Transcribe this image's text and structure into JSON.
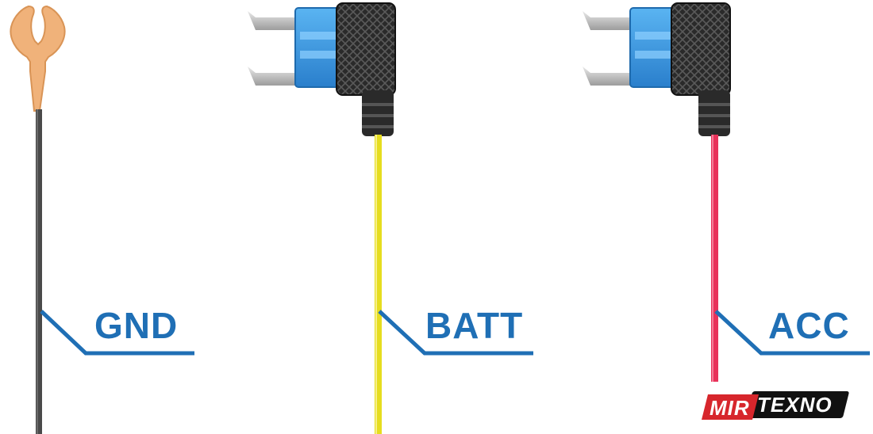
{
  "labels": {
    "gnd": "GND",
    "batt": "BATT",
    "acc": "ACC"
  },
  "logo": {
    "part1": "MIR",
    "part2": "TEXNO"
  },
  "colors": {
    "label_blue": "#1f6fb5",
    "wire_gnd": "#4a4a4a",
    "wire_batt": "#e6dd1e",
    "wire_acc": "#e8325a",
    "fuse_blue": "#3b9be0",
    "fuse_holder": "#2a2a2a",
    "terminal_orange": "#f0b27a",
    "logo_red": "#d7262c",
    "logo_black": "#111111"
  },
  "icons": [
    "spade-terminal-icon",
    "mini-fuse-tap-icon"
  ]
}
